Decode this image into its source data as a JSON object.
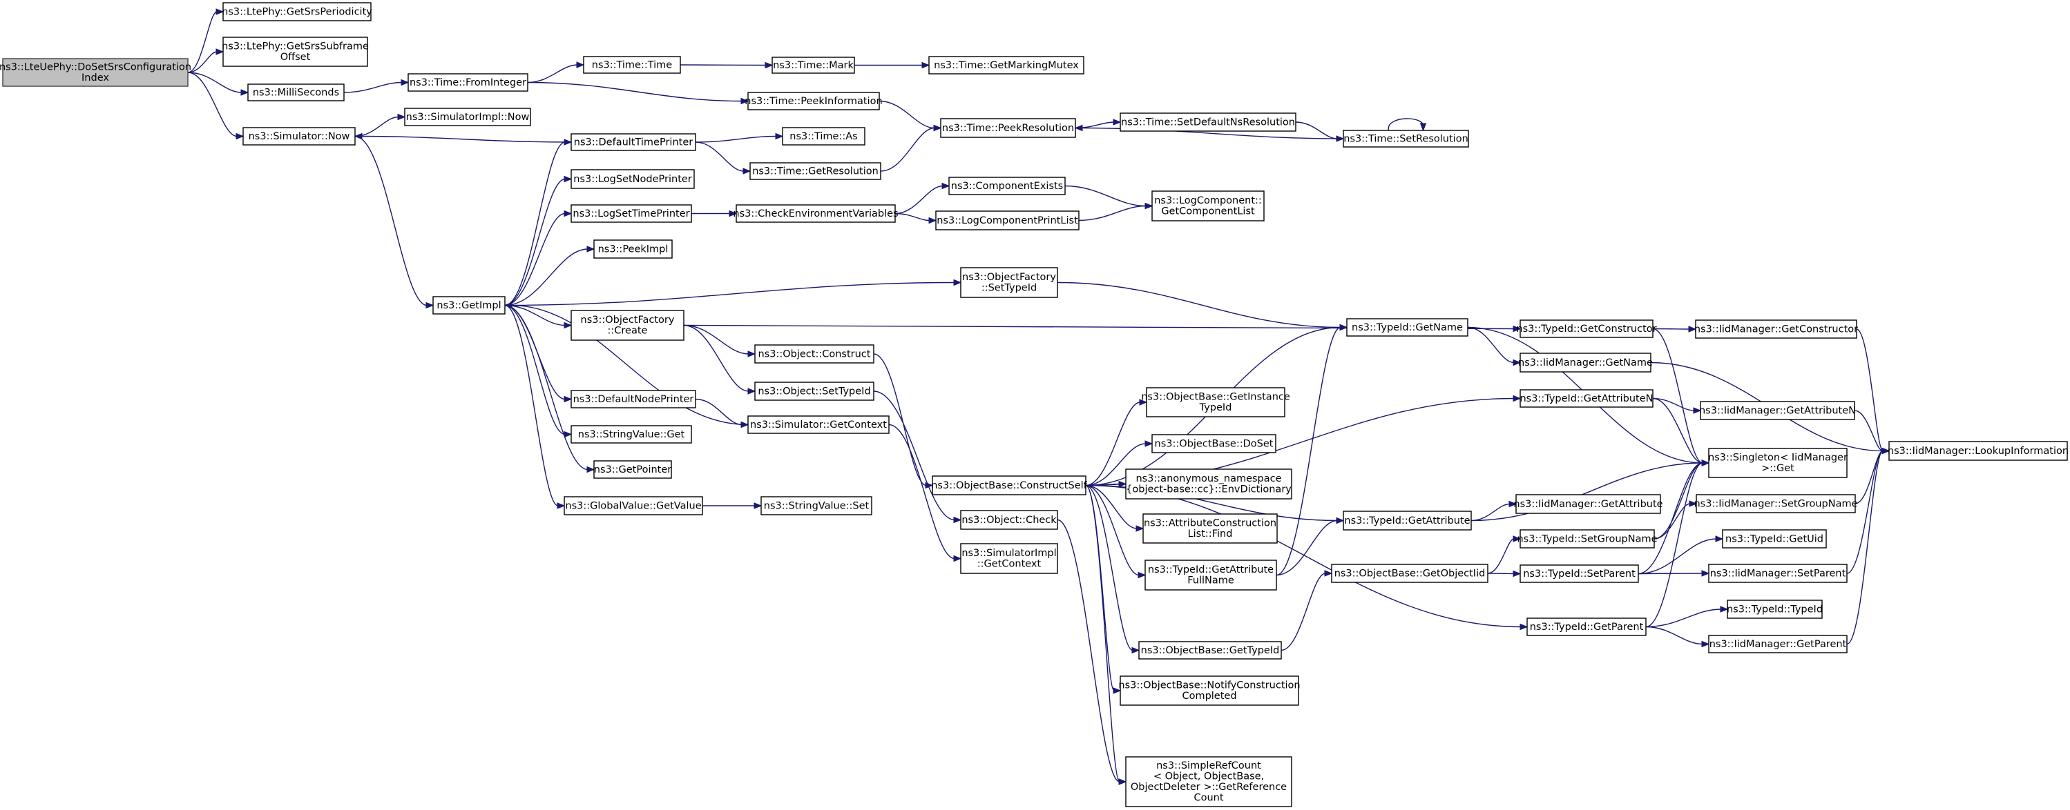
{
  "colors": {
    "edge": "#191970",
    "root_fill": "#bfbfbf",
    "node_fill": "#ffffff",
    "border": "#000000"
  },
  "nodes": [
    {
      "id": "n_dosetsrs",
      "lines": [
        "ns3::LteUePhy::DoSetSrsConfiguration",
        "Index"
      ],
      "root": true
    },
    {
      "id": "n_getsrsper",
      "lines": [
        "ns3::LtePhy::GetSrsPeriodicity"
      ]
    },
    {
      "id": "n_getsrssub",
      "lines": [
        "ns3::LtePhy::GetSrsSubframe",
        "Offset"
      ]
    },
    {
      "id": "n_millisec",
      "lines": [
        "ns3::MilliSeconds"
      ]
    },
    {
      "id": "n_simnow",
      "lines": [
        "ns3::Simulator::Now"
      ]
    },
    {
      "id": "n_simimplnow",
      "lines": [
        "ns3::SimulatorImpl::Now"
      ]
    },
    {
      "id": "n_frominteger",
      "lines": [
        "ns3::Time::FromInteger"
      ]
    },
    {
      "id": "n_timetime",
      "lines": [
        "ns3::Time::Time"
      ]
    },
    {
      "id": "n_timemark",
      "lines": [
        "ns3::Time::Mark"
      ]
    },
    {
      "id": "n_getmarkmutex",
      "lines": [
        "ns3::Time::GetMarkingMutex"
      ]
    },
    {
      "id": "n_peekinfo",
      "lines": [
        "ns3::Time::PeekInformation"
      ]
    },
    {
      "id": "n_peekres",
      "lines": [
        "ns3::Time::PeekResolution"
      ]
    },
    {
      "id": "n_setdefres",
      "lines": [
        "ns3::Time::SetDefaultNsResolution"
      ]
    },
    {
      "id": "n_setres",
      "lines": [
        "ns3::Time::SetResolution"
      ]
    },
    {
      "id": "n_deftimeprinter",
      "lines": [
        "ns3::DefaultTimePrinter"
      ]
    },
    {
      "id": "n_timeas",
      "lines": [
        "ns3::Time::As"
      ]
    },
    {
      "id": "n_getresolution",
      "lines": [
        "ns3::Time::GetResolution"
      ]
    },
    {
      "id": "n_lognodeprinter",
      "lines": [
        "ns3::LogSetNodePrinter"
      ]
    },
    {
      "id": "n_logtimeprinter",
      "lines": [
        "ns3::LogSetTimePrinter"
      ]
    },
    {
      "id": "n_checkenv",
      "lines": [
        "ns3::CheckEnvironmentVariables"
      ]
    },
    {
      "id": "n_compexists",
      "lines": [
        "ns3::ComponentExists"
      ]
    },
    {
      "id": "n_logcompprint",
      "lines": [
        "ns3::LogComponentPrintList"
      ]
    },
    {
      "id": "n_getcomplist",
      "lines": [
        "ns3::LogComponent::",
        "GetComponentList"
      ]
    },
    {
      "id": "n_peekimpl",
      "lines": [
        "ns3::PeekImpl"
      ]
    },
    {
      "id": "n_getimpl",
      "lines": [
        "ns3::GetImpl"
      ]
    },
    {
      "id": "n_ofsettypeid",
      "lines": [
        "ns3::ObjectFactory",
        "::SetTypeId"
      ]
    },
    {
      "id": "n_ofcreate",
      "lines": [
        "ns3::ObjectFactory",
        "::Create"
      ]
    },
    {
      "id": "n_objconstruct",
      "lines": [
        "ns3::Object::Construct"
      ]
    },
    {
      "id": "n_objsettypeid",
      "lines": [
        "ns3::Object::SetTypeId"
      ]
    },
    {
      "id": "n_defnodeprinter",
      "lines": [
        "ns3::DefaultNodePrinter"
      ]
    },
    {
      "id": "n_simgetcontext",
      "lines": [
        "ns3::Simulator::GetContext"
      ]
    },
    {
      "id": "n_stringget",
      "lines": [
        "ns3::StringValue::Get"
      ]
    },
    {
      "id": "n_getpointer",
      "lines": [
        "ns3::GetPointer"
      ]
    },
    {
      "id": "n_gvgetvalue",
      "lines": [
        "ns3::GlobalValue::GetValue"
      ]
    },
    {
      "id": "n_stringset",
      "lines": [
        "ns3::StringValue::Set"
      ]
    },
    {
      "id": "n_constructself",
      "lines": [
        "ns3::ObjectBase::ConstructSelf"
      ]
    },
    {
      "id": "n_objcheck",
      "lines": [
        "ns3::Object::Check"
      ]
    },
    {
      "id": "n_simimplgetctx",
      "lines": [
        "ns3::SimulatorImpl",
        "::GetContext"
      ]
    },
    {
      "id": "n_getinsttypeid",
      "lines": [
        "ns3::ObjectBase::GetInstance",
        "TypeId"
      ]
    },
    {
      "id": "n_doset",
      "lines": [
        "ns3::ObjectBase::DoSet"
      ]
    },
    {
      "id": "n_envdict",
      "lines": [
        "ns3::anonymous_namespace",
        "{object-base::cc}::EnvDictionary"
      ]
    },
    {
      "id": "n_attrconsfind",
      "lines": [
        "ns3::AttributeConstruction",
        "List::Find"
      ]
    },
    {
      "id": "n_getattrfull",
      "lines": [
        "ns3::TypeId::GetAttribute",
        "FullName"
      ]
    },
    {
      "id": "n_obgettypeid",
      "lines": [
        "ns3::ObjectBase::GetTypeId"
      ]
    },
    {
      "id": "n_notifycons",
      "lines": [
        "ns3::ObjectBase::NotifyConstruction",
        "Completed"
      ]
    },
    {
      "id": "n_simplerefcount",
      "lines": [
        "ns3::SimpleRefCount",
        "< Object, ObjectBase,",
        "ObjectDeleter >::GetReference",
        "Count"
      ]
    },
    {
      "id": "n_tidgetname",
      "lines": [
        "ns3::TypeId::GetName"
      ]
    },
    {
      "id": "n_tidgetattr",
      "lines": [
        "ns3::TypeId::GetAttribute"
      ]
    },
    {
      "id": "n_getobjtid",
      "lines": [
        "ns3::ObjectBase::GetObjectIid"
      ]
    },
    {
      "id": "n_tidgetcons",
      "lines": [
        "ns3::TypeId::GetConstructor"
      ]
    },
    {
      "id": "n_tidgetattrn",
      "lines": [
        "ns3::TypeId::GetAttributeN"
      ]
    },
    {
      "id": "n_tidsetgroup",
      "lines": [
        "ns3::TypeId::SetGroupName"
      ]
    },
    {
      "id": "n_tidsetparent",
      "lines": [
        "ns3::TypeId::SetParent"
      ]
    },
    {
      "id": "n_tidgetparent",
      "lines": [
        "ns3::TypeId::GetParent"
      ]
    },
    {
      "id": "n_iidgetname",
      "lines": [
        "ns3::IidManager::GetName"
      ]
    },
    {
      "id": "n_iidgetattr",
      "lines": [
        "ns3::IidManager::GetAttribute"
      ]
    },
    {
      "id": "n_iidgetcons",
      "lines": [
        "ns3::IidManager::GetConstructor"
      ]
    },
    {
      "id": "n_iidgetattrn",
      "lines": [
        "ns3::IidManager::GetAttributeN"
      ]
    },
    {
      "id": "n_singleton",
      "lines": [
        "ns3::Singleton< IidManager",
        ">::Get"
      ]
    },
    {
      "id": "n_iidsetgroup",
      "lines": [
        "ns3::IidManager::SetGroupName"
      ]
    },
    {
      "id": "n_tidgetuid",
      "lines": [
        "ns3::TypeId::GetUid"
      ]
    },
    {
      "id": "n_iidsetparent",
      "lines": [
        "ns3::IidManager::SetParent"
      ]
    },
    {
      "id": "n_tidtypeid",
      "lines": [
        "ns3::TypeId::TypeId"
      ]
    },
    {
      "id": "n_iidgetparent",
      "lines": [
        "ns3::IidManager::GetParent"
      ]
    },
    {
      "id": "n_lookupinfo",
      "lines": [
        "ns3::IidManager::LookupInformation"
      ]
    }
  ]
}
